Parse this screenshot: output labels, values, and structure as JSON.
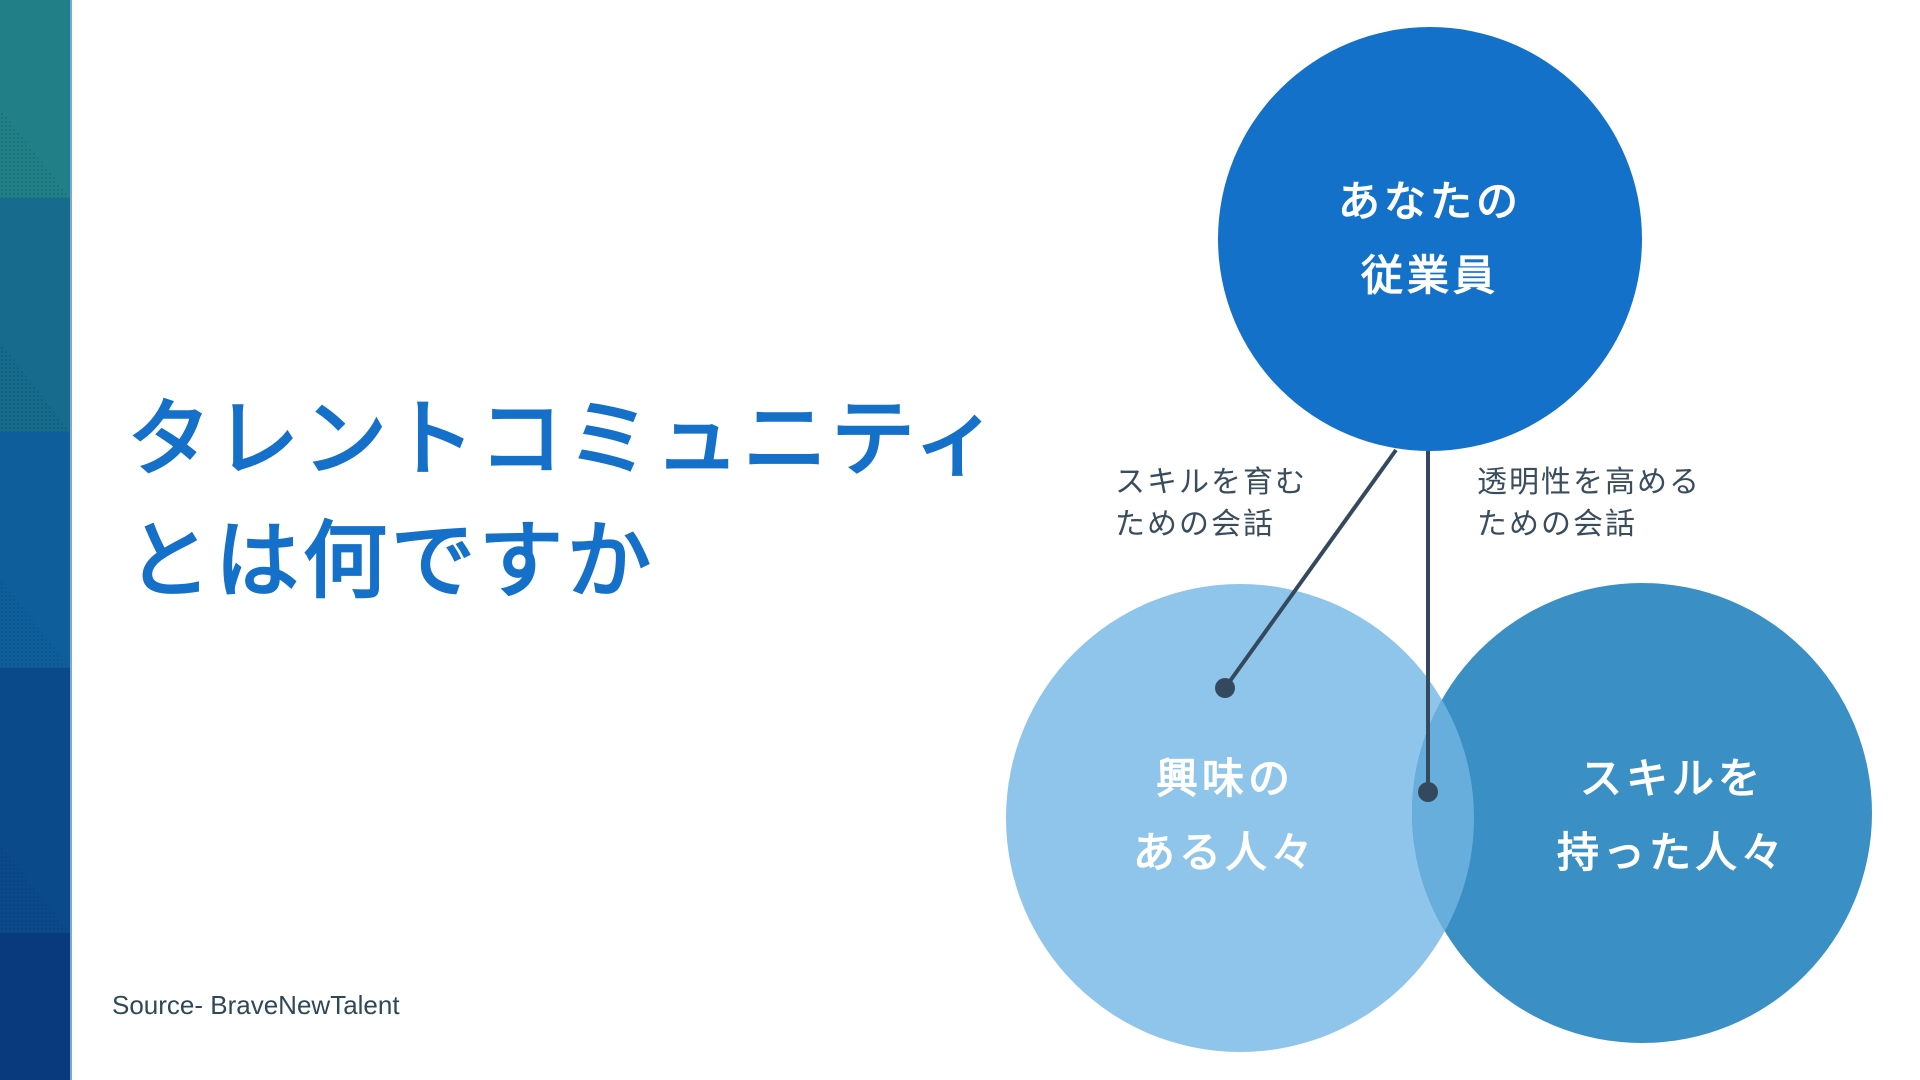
{
  "slide": {
    "title_line1": "タレントコミュニティ",
    "title_line2": "とは何ですか",
    "source": "Source- BraveNewTalent"
  },
  "sidebar": {
    "bands": [
      "#217F87",
      "#176B8C",
      "#0F5E9C",
      "#0B4A8A",
      "#093A7D"
    ]
  },
  "diagram": {
    "circles": [
      {
        "id": "employees",
        "line1": "あなたの",
        "line2": "従業員",
        "color": "#1471C9"
      },
      {
        "id": "interested",
        "line1": "興味の",
        "line2": "ある人々",
        "color": "#8FC5EA"
      },
      {
        "id": "skilled",
        "line1": "スキルを",
        "line2": "持った人々",
        "color": "#3A90C5"
      }
    ],
    "overlap_color": "#67AEDC",
    "connector_color": "#34495E",
    "connectors": [
      {
        "line1": "スキルを育む",
        "line2": "ための会話"
      },
      {
        "line1": "透明性を高める",
        "line2": "ための会話"
      }
    ]
  }
}
